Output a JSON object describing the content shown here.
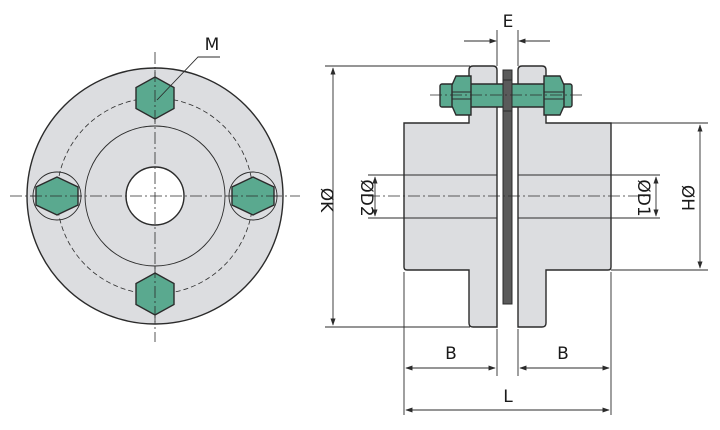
{
  "colors": {
    "body_fill": "#dcdde0",
    "bolt_fill": "#5aa98f",
    "spacer_fill": "#5a5a5a",
    "line": "#2b2b2b"
  },
  "labels": {
    "M": "M",
    "E": "E",
    "K": "ØK",
    "D2": "ØD2",
    "D1": "ØD1",
    "H": "ØH",
    "B_left": "B",
    "B_right": "B",
    "L": "L"
  }
}
